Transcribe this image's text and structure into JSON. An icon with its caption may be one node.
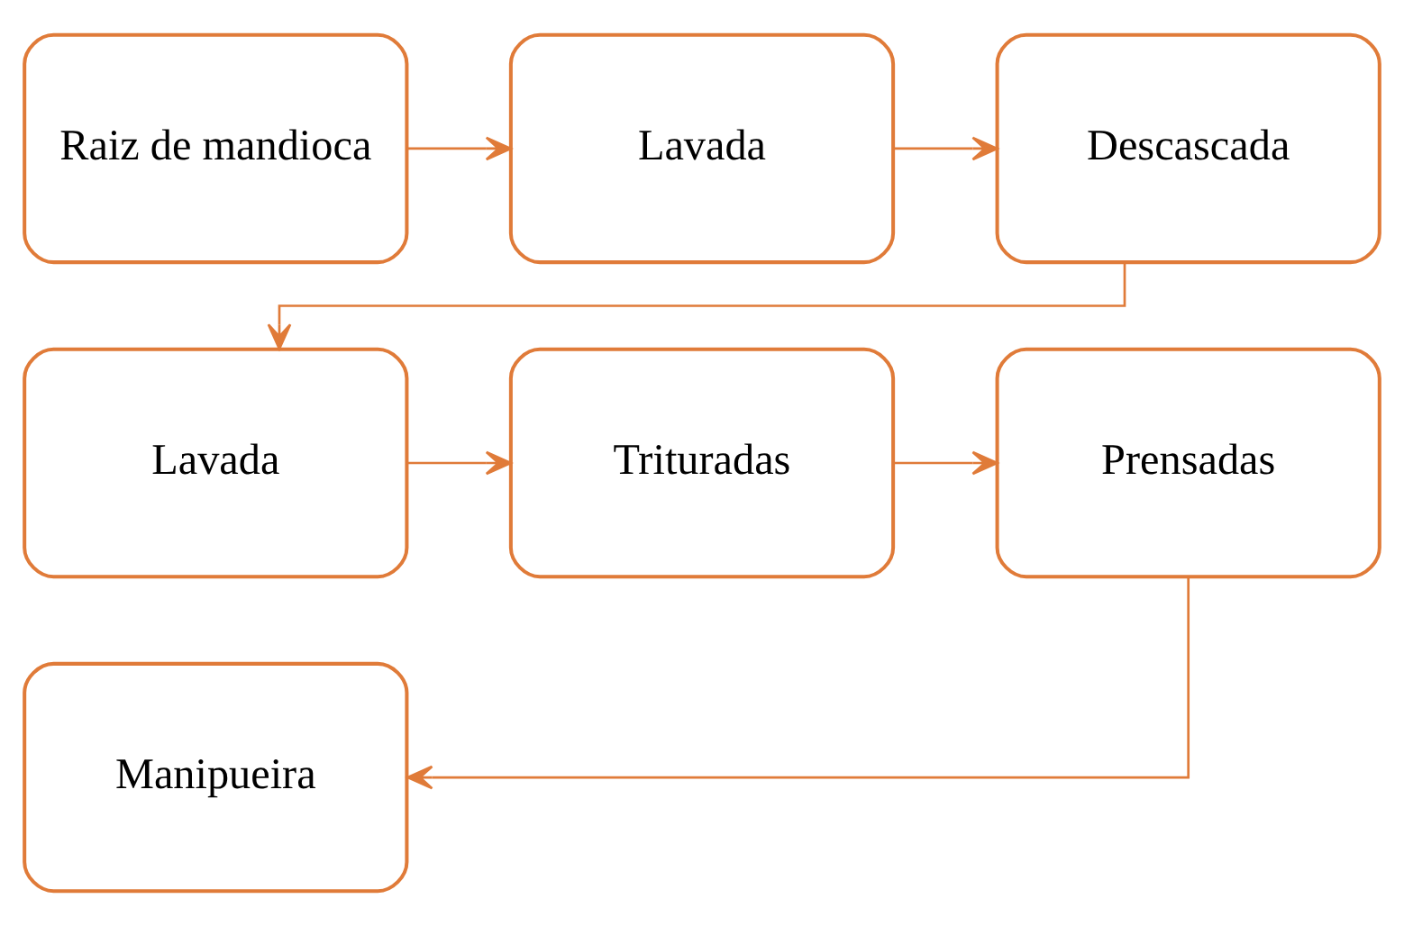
{
  "diagram": {
    "nodes": [
      {
        "text": [
          "Raiz de mandioca"
        ]
      },
      {
        "text": [
          "Lavada"
        ]
      },
      {
        "text": [
          "Descascada"
        ]
      },
      {
        "text": [
          "Lavada"
        ]
      },
      {
        "text": [
          "Trituradas"
        ]
      },
      {
        "text": [
          "Prensadas"
        ]
      },
      {
        "text": [
          "Manipueira"
        ]
      }
    ],
    "edges": [
      {
        "from": 0,
        "to": 1,
        "arrow": "to"
      },
      {
        "from": 1,
        "to": 2,
        "arrow": "to"
      },
      {
        "from": 2,
        "to": 3,
        "arrow": "to"
      },
      {
        "from": 3,
        "to": 4,
        "arrow": "to"
      },
      {
        "from": 4,
        "to": 5,
        "arrow": "to"
      },
      {
        "from": 5,
        "to": 6,
        "arrow": "to"
      }
    ]
  }
}
